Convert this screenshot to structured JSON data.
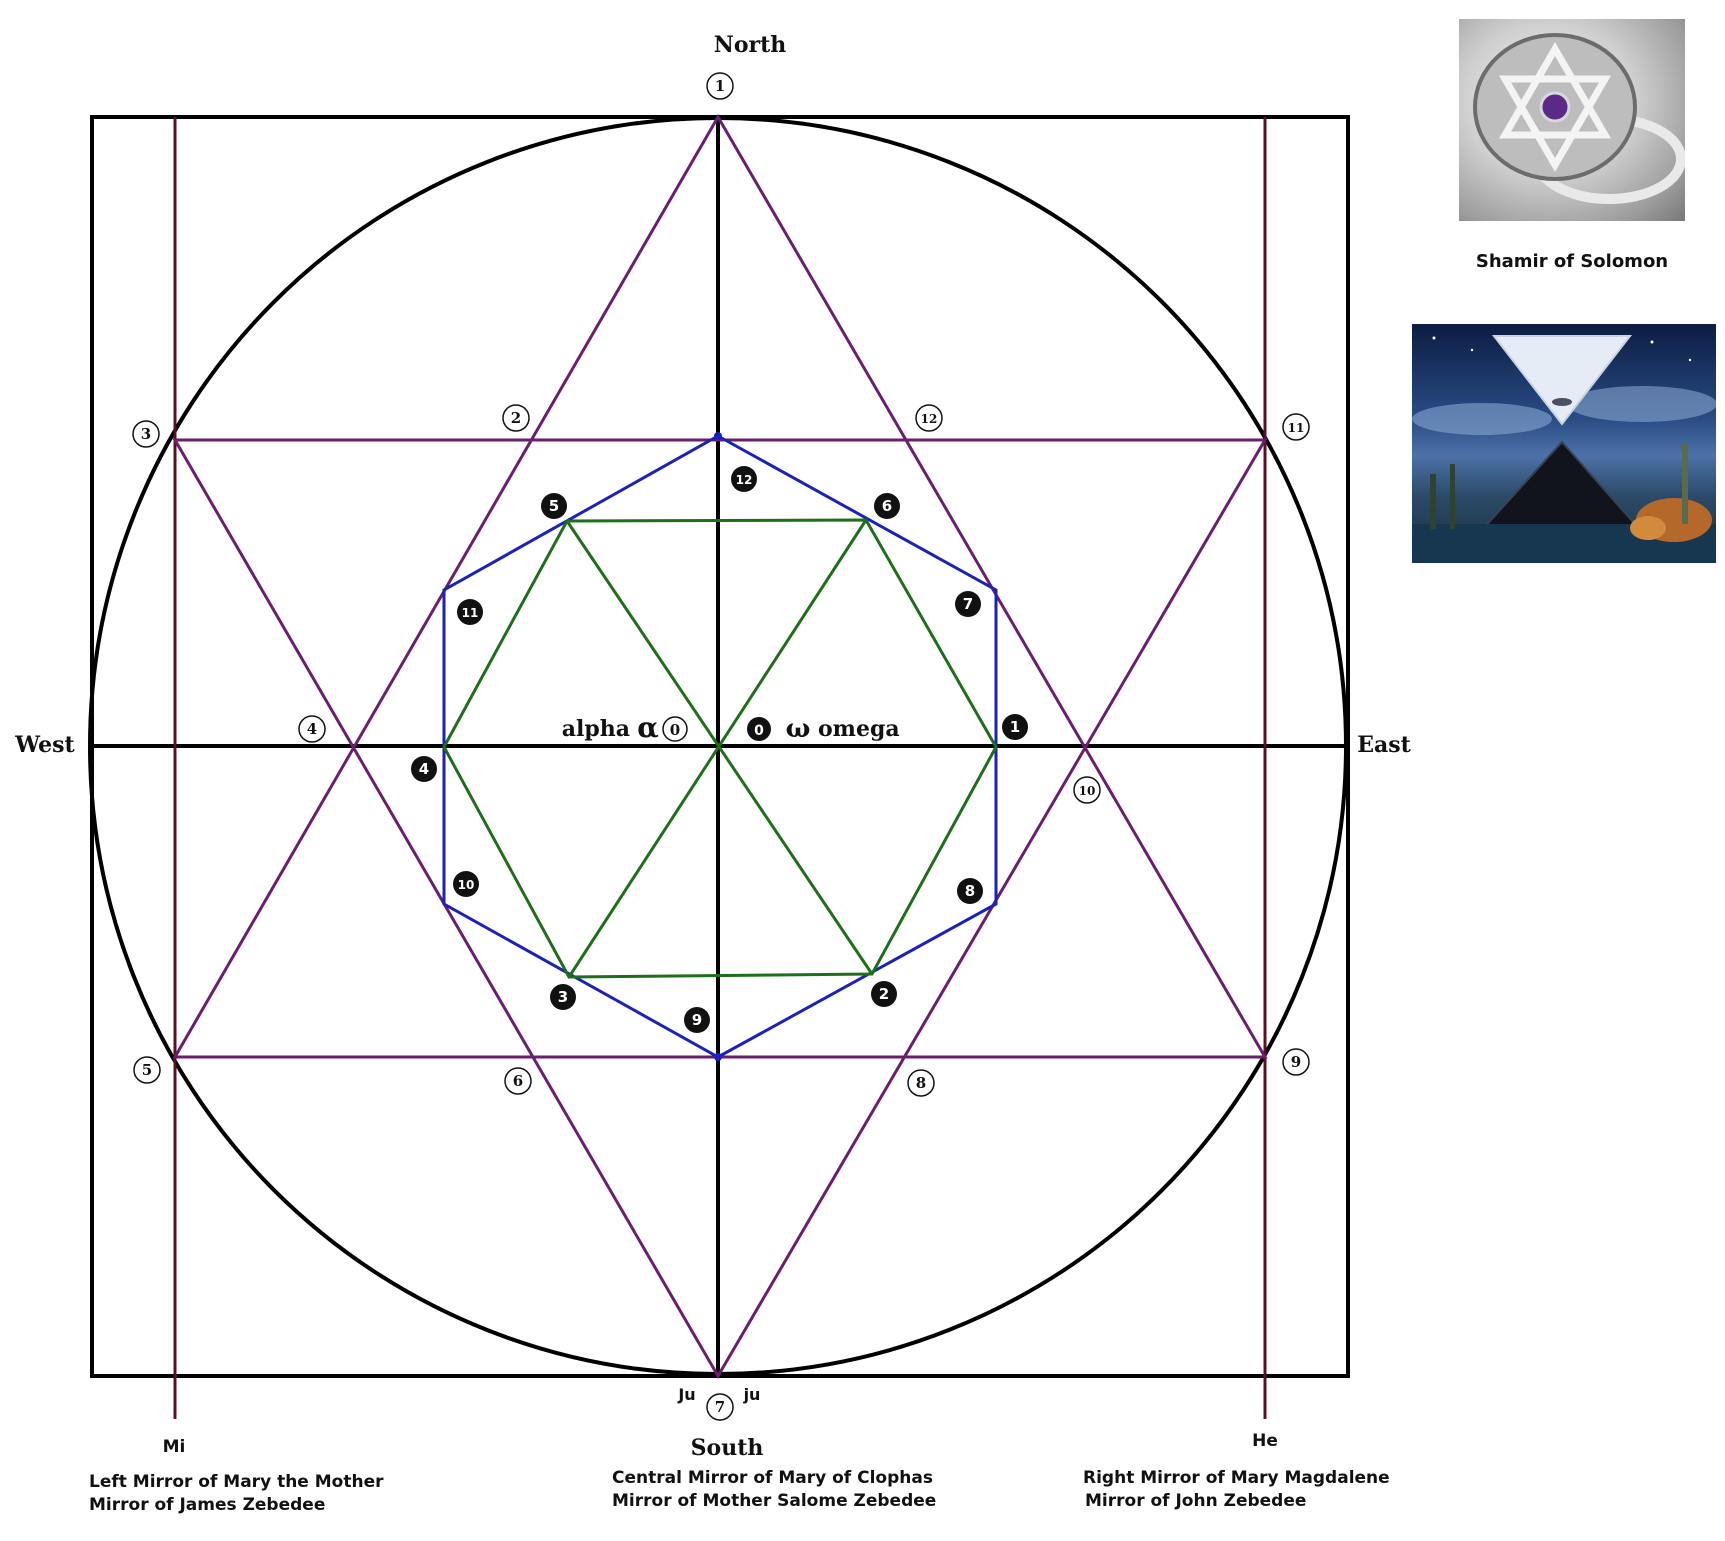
{
  "directions": {
    "north": "North",
    "south": "South",
    "east": "East",
    "west": "West"
  },
  "center": {
    "alpha_text": "alpha",
    "alpha_symbol": "α",
    "alpha_number": "0",
    "omega_number": "0",
    "omega_symbol": "ω",
    "omega_text": "omega"
  },
  "outer_markers": [
    "1",
    "2",
    "3",
    "4",
    "5",
    "6",
    "7",
    "8",
    "9",
    "10",
    "11",
    "12"
  ],
  "inner_markers": [
    "1",
    "2",
    "3",
    "4",
    "5",
    "6",
    "7",
    "8",
    "9",
    "10",
    "11",
    "12"
  ],
  "tags": {
    "ju_left": "Ju",
    "ju_right": "ju",
    "mi": "Mi",
    "he": "He"
  },
  "mirrors": {
    "left": [
      "Left Mirror of Mary the Mother",
      "Mirror of James Zebedee"
    ],
    "central": [
      "Central Mirror of Mary of Clophas",
      "Mirror of Mother Salome Zebedee"
    ],
    "right": [
      "Right Mirror of Mary Magdalene",
      "Mirror of John Zebedee"
    ]
  },
  "images": {
    "ring_caption": "Shamir of Solomon"
  },
  "colors": {
    "frame": "#000000",
    "star": "#6b1d6e",
    "octagon": "#1a22b8",
    "hexagram": "#1f6e1a",
    "mirror_lines": "#5a1020"
  }
}
